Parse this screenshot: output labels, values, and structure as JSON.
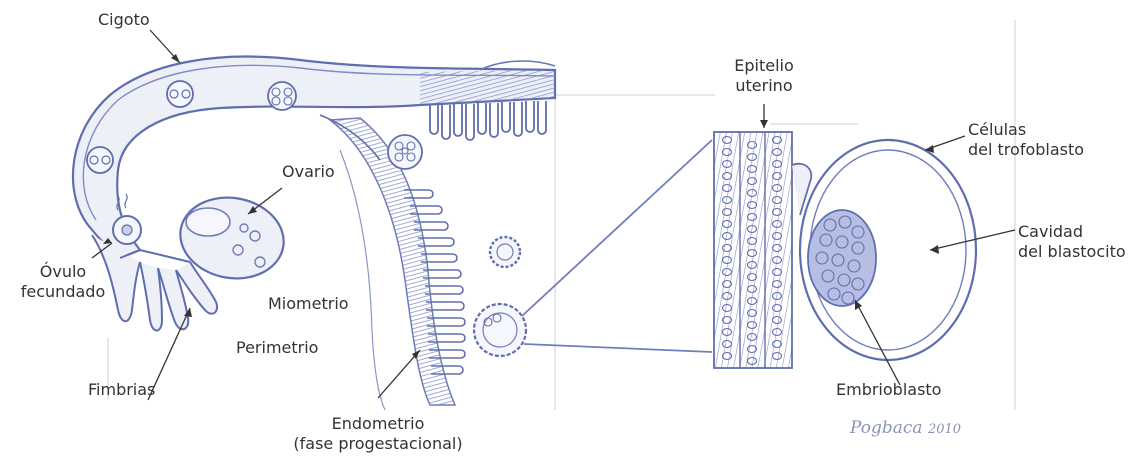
{
  "labels": {
    "cigoto": "Cigoto",
    "ovario": "Ovario",
    "ovulo": "Óvulo",
    "fecundado": "fecundado",
    "fimbrias": "Fimbrias",
    "miometrio": "Miometrio",
    "perimetrio": "Perimetrio",
    "endometrio": "Endometrio",
    "fase": "(fase progestacional)",
    "epitelio1": "Epitelio",
    "epitelio2": "uterino",
    "celulas1": "Células",
    "celulas2": "del trofoblasto",
    "cavidad1": "Cavidad",
    "cavidad2": "del blastocito",
    "embrioblasto": "Embrioblasto"
  },
  "signature": {
    "name": "Pogbaca",
    "year": "2010"
  },
  "colors": {
    "ink": "#4a5a9c",
    "light": "#9aa6d2",
    "fill": "#c9d0ea",
    "line": "#c8c8c8"
  }
}
